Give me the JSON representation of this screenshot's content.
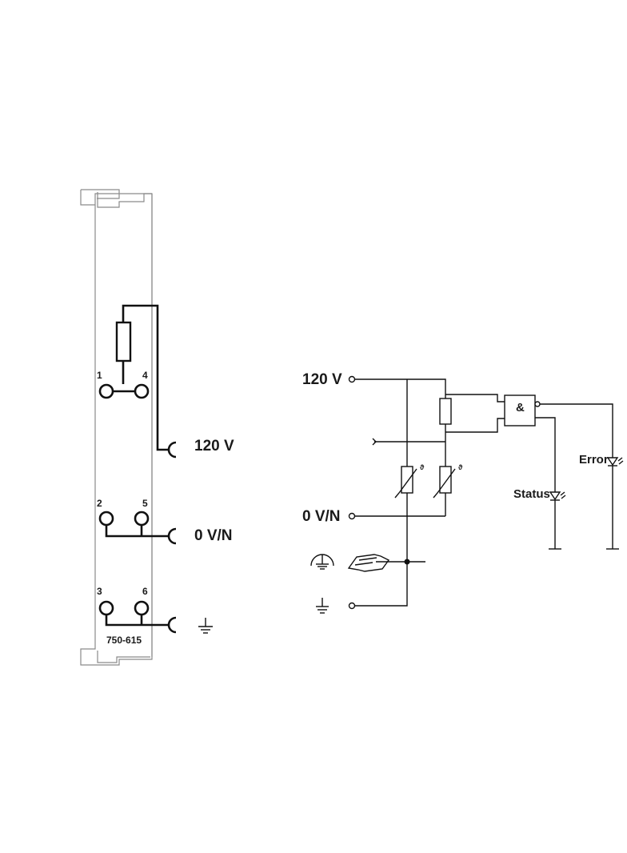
{
  "module": {
    "part_number": "750-615",
    "terminals": {
      "t1": "1",
      "t2": "2",
      "t3": "3",
      "t4": "4",
      "t5": "5",
      "t6": "6"
    },
    "labels": {
      "supply": "120 V",
      "neutral": "0 V/N",
      "ground_icon": "protective-earth-icon"
    }
  },
  "schematic": {
    "labels": {
      "supply": "120 V",
      "neutral": "0 V/N",
      "and_gate": "&",
      "status": "Status",
      "error": "Error",
      "varistor_mark": "ϑ"
    }
  },
  "colors": {
    "line": "#111111",
    "housing": "#8a8a8a",
    "background": "#ffffff"
  }
}
